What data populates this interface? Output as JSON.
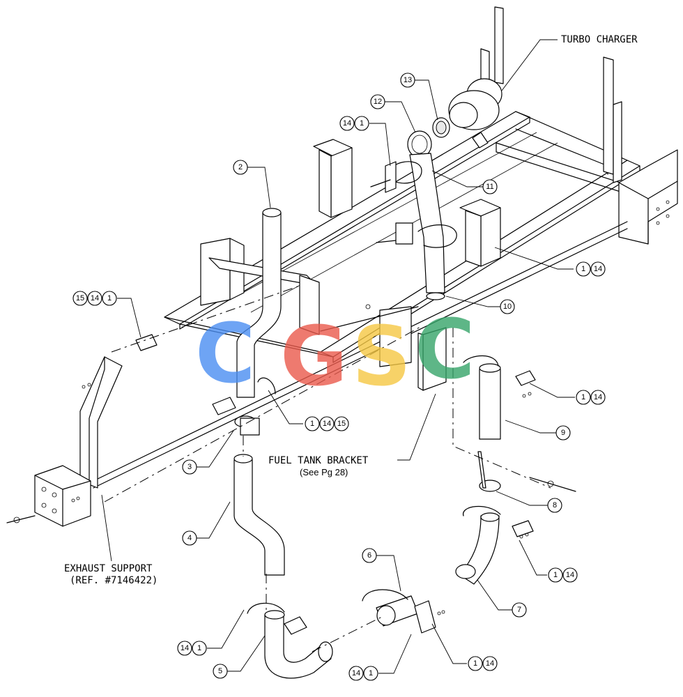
{
  "labels": {
    "turbo_charger": "TURBO CHARGER",
    "fuel_tank_bracket": "FUEL TANK BRACKET",
    "fuel_tank_bracket_ref": "(See Pg 28)",
    "exhaust_support": "EXHAUST SUPPORT",
    "exhaust_support_ref": "(REF. #7146422)"
  },
  "watermark": {
    "letters": [
      "C",
      "G",
      "S",
      "C"
    ],
    "colors": [
      "#4a8ef2",
      "#ea5a4c",
      "#f6c843",
      "#36a56a"
    ]
  },
  "callouts": [
    [
      "2"
    ],
    [
      "3"
    ],
    [
      "4"
    ],
    [
      "5"
    ],
    [
      "6"
    ],
    [
      "7"
    ],
    [
      "8"
    ],
    [
      "9"
    ],
    [
      "10"
    ],
    [
      "11"
    ],
    [
      "12"
    ],
    [
      "13"
    ],
    [
      "14",
      "1"
    ],
    [
      "15",
      "14",
      "1"
    ],
    [
      "1",
      "14"
    ],
    [
      "1",
      "14",
      "15"
    ],
    [
      "1",
      "14"
    ],
    [
      "1",
      "14"
    ],
    [
      "14",
      "1"
    ],
    [
      "14",
      "1"
    ],
    [
      "1",
      "14"
    ]
  ]
}
